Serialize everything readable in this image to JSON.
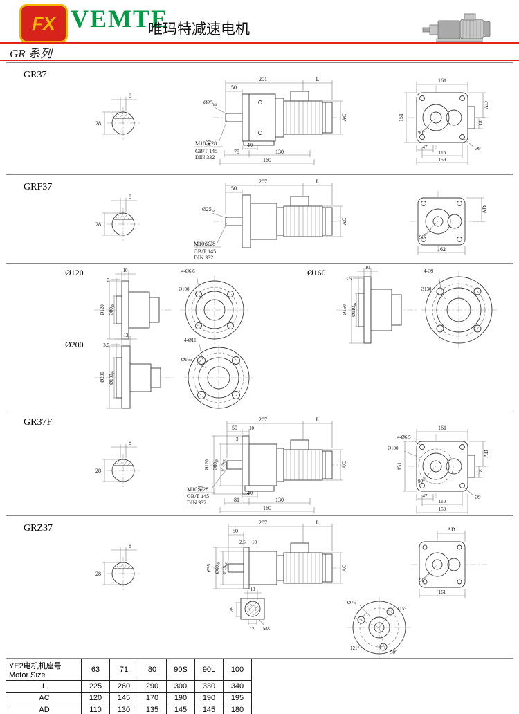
{
  "page": {
    "accent_red": "#e2231a",
    "brand_green": "#009a44",
    "logo_red": "#d8221c",
    "logo_yellow": "#f5b800",
    "line_color": "#3a3a3a"
  },
  "header": {
    "logo_text": "FX",
    "brand": "VEMTE",
    "subtitle": "唯玛特减速电机",
    "series_title": "GR 系列"
  },
  "sections": {
    "gr37": {
      "label": "GR37",
      "shaft": {
        "w": "8",
        "h": "28"
      },
      "side": {
        "len_gear": "201",
        "len_motor": "L",
        "d50": "50",
        "shaft_dia": "Ø25",
        "shaft_fit": "h6",
        "ac": "AC",
        "tap1": "M10深28",
        "tap2": "GB/T 145",
        "tap3": "DIN 332",
        "d40": "40",
        "d75": "75",
        "d130": "130",
        "d160": "160"
      },
      "end": {
        "w161": "161",
        "ad": "AD",
        "h151": "151",
        "ang": "90°",
        "d18": "18",
        "d47": "47",
        "dia9": "Ø9",
        "d110": "110",
        "d159": "159"
      }
    },
    "grf37": {
      "label": "GRF37",
      "shaft": {
        "w": "8",
        "h": "28"
      },
      "side": {
        "len_gear": "207",
        "len_motor": "L",
        "d50": "50",
        "shaft_dia": "Ø25",
        "shaft_fit": "h6",
        "ac": "AC",
        "tap1": "M10深28",
        "tap2": "GB/T 145",
        "tap3": "DIN 332"
      },
      "end": {
        "ad": "AD",
        "ang": "90°",
        "w162": "162"
      }
    },
    "flange120": {
      "label": "Ø120",
      "d10": "10",
      "d3": "3",
      "outer": "Ø120",
      "spigot": "Ø80",
      "fit": "j6",
      "holes": "4-Ø6.6",
      "bolt_circle": "Ø100"
    },
    "flange160": {
      "label": "Ø160",
      "d10": "10",
      "d35": "3.5",
      "outer": "Ø160",
      "spigot": "Ø110",
      "fit": "j6",
      "holes": "4-Ø9",
      "bolt_circle": "Ø130"
    },
    "flange200": {
      "label": "Ø200",
      "d12": "12",
      "d35": "3.5",
      "outer": "Ø200",
      "spigot": "Ø130",
      "fit": "j6",
      "holes": "4-Ø11",
      "bolt_circle": "Ø165"
    },
    "gr37f": {
      "label": "GR37F",
      "shaft": {
        "w": "8",
        "h": "28"
      },
      "side": {
        "len_gear": "207",
        "len_motor": "L",
        "d50": "50",
        "d10": "10",
        "d3": "3",
        "flange_outer": "Ø120",
        "spigot": "Ø80",
        "spigot_fit": "j6",
        "shaft_dia": "Ø25",
        "shaft_fit": "h6",
        "ac": "AC",
        "tap1": "M10深28",
        "tap2": "GB/T 145",
        "tap3": "DIN 332",
        "d40": "40",
        "d81": "81",
        "d130": "130",
        "d160": "160"
      },
      "end": {
        "w161": "161",
        "holes": "4-Ø6.5",
        "bolt_circle": "Ø100",
        "ad": "AD",
        "h151": "151",
        "ang": "90°",
        "d18": "18",
        "d47": "47",
        "dia9": "Ø9",
        "d110": "110",
        "d159": "159"
      }
    },
    "grz37": {
      "label": "GRZ37",
      "shaft": {
        "w": "8",
        "h": "28"
      },
      "side": {
        "len_gear": "207",
        "len_motor": "L",
        "d50": "50",
        "d25": "2.5",
        "d10": "10",
        "dia95": "Ø95",
        "dia60": "Ø60",
        "dia60_fit": "j6",
        "shaft_dia": "Ø25",
        "shaft_fit": "h6",
        "ac": "AC",
        "d13": "13",
        "d12": "12",
        "m8": "M8",
        "dia9": "Ø9"
      },
      "end": {
        "ad": "AD",
        "ang": "90°",
        "w161": "161"
      },
      "hub": {
        "dia76": "Ø76",
        "a115": "115°",
        "a121": "121°",
        "a50": "50°"
      }
    }
  },
  "table": {
    "header_cn": "YE2电机机座号",
    "header_en": "Motor Size",
    "sizes": [
      "63",
      "71",
      "80",
      "90S",
      "90L",
      "100"
    ],
    "rows": [
      {
        "label": "L",
        "values": [
          "225",
          "260",
          "290",
          "300",
          "330",
          "340"
        ]
      },
      {
        "label": "AC",
        "values": [
          "120",
          "145",
          "170",
          "190",
          "190",
          "195"
        ]
      },
      {
        "label": "AD",
        "values": [
          "110",
          "130",
          "135",
          "145",
          "145",
          "180"
        ]
      }
    ]
  }
}
